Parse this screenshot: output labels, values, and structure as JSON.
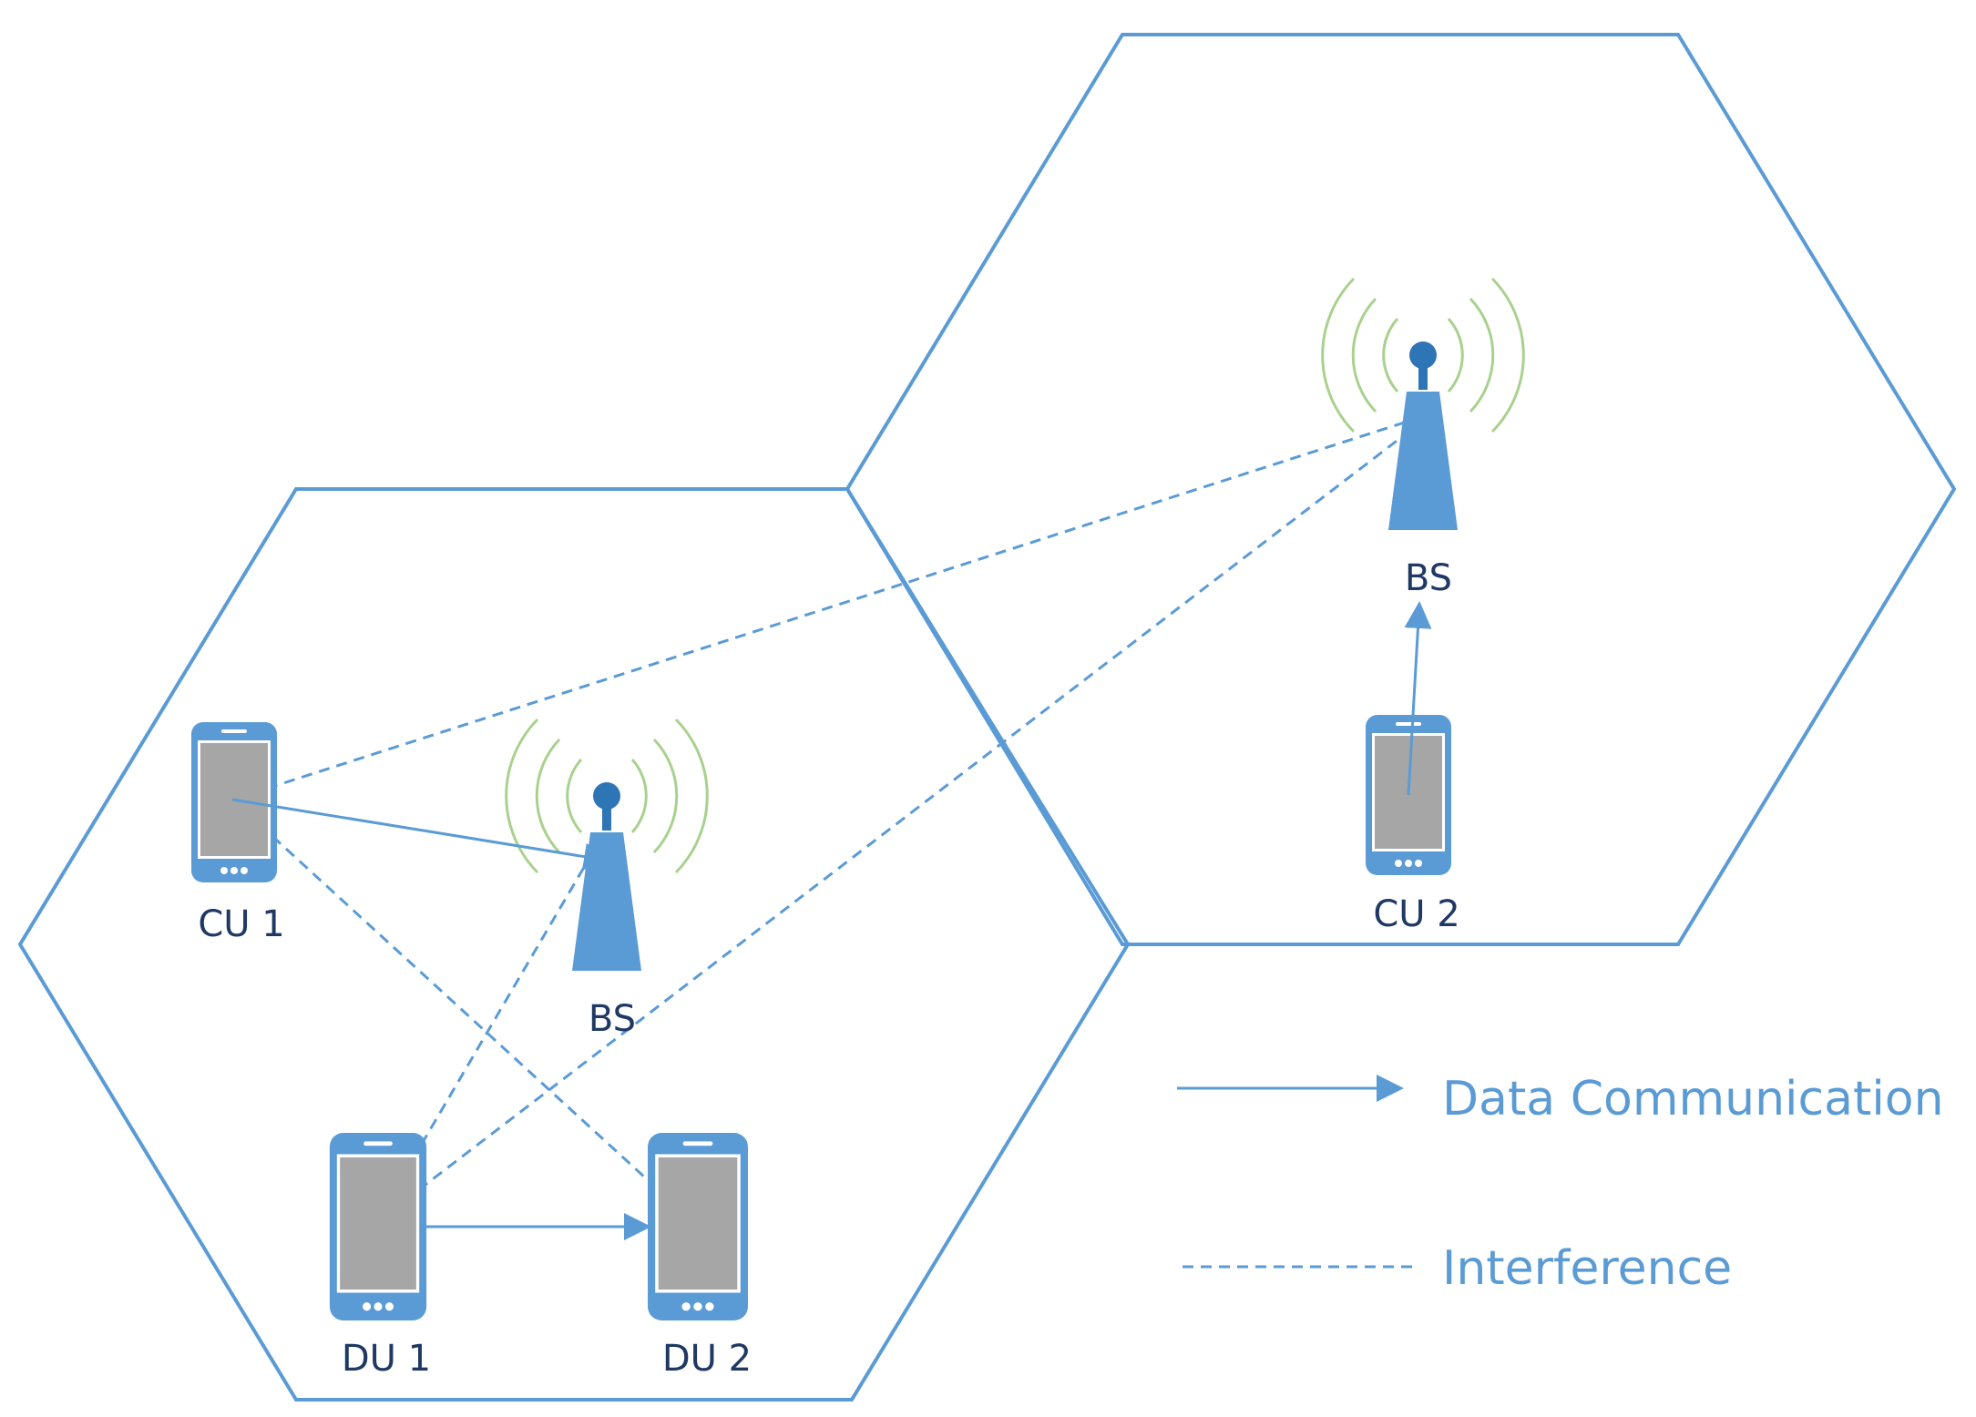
{
  "labels": {
    "bs_left": "BS",
    "bs_right": "BS",
    "cu1": "CU 1",
    "cu2": "CU 2",
    "du1": "DU 1",
    "du2": "DU 2"
  },
  "legend": {
    "data_communication": "Data Communication",
    "interference": "Interference"
  },
  "colors": {
    "cell_border": "#5b9bd5",
    "link": "#5b9bd5",
    "device_body": "#5b9bd5",
    "device_screen": "#a6a6a6",
    "antenna_tip": "#2e75b6",
    "signal_waves": "#a9d18e",
    "label_text": "#1f3864",
    "legend_text": "#5b9bd5"
  }
}
